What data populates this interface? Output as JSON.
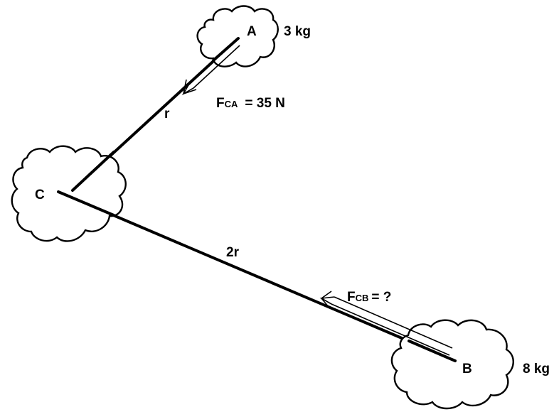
{
  "bodies": {
    "A": {
      "label": "A",
      "mass": "3 kg"
    },
    "B": {
      "label": "B",
      "mass": "8 kg"
    },
    "C": {
      "label": "C"
    }
  },
  "distances": {
    "CA": "r",
    "CB": "2r"
  },
  "forces": {
    "CA": {
      "symbol": "F",
      "subscript": "CA",
      "value": "= 35 N"
    },
    "CB": {
      "symbol": "F",
      "subscript": "CB",
      "value": "= ?"
    }
  }
}
